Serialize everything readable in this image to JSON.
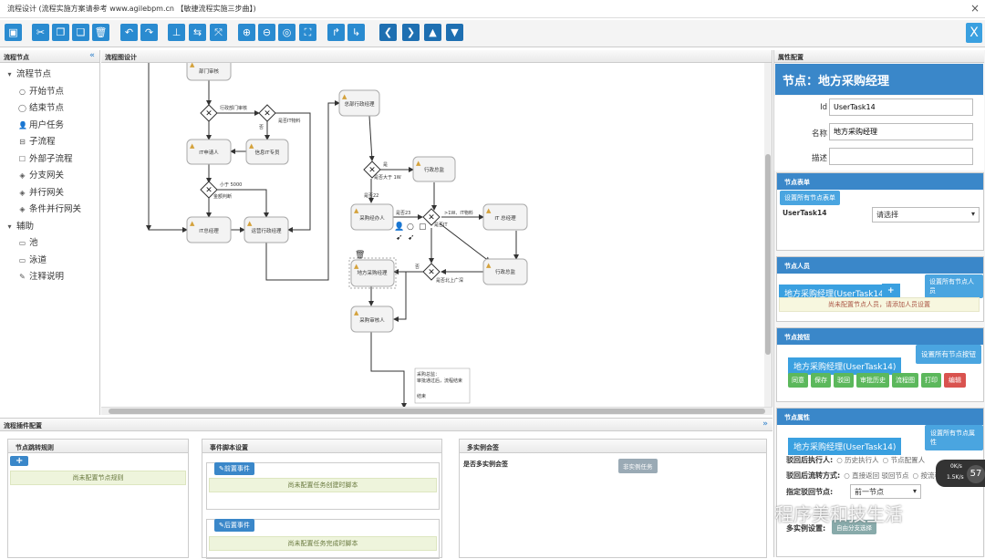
{
  "window": {
    "title": "流程设计 (流程实施方案请参考 www.agilebpm.cn 【敏捷流程实施三步曲】)",
    "close": "×"
  },
  "toolbar": {
    "close_label": "X"
  },
  "left": {
    "header": "流程节点",
    "collapse": "«",
    "group1": "流程节点",
    "items1": [
      "开始节点",
      "结束节点",
      "用户任务",
      "子流程",
      "外部子流程",
      "分支网关",
      "并行网关",
      "条件并行网关"
    ],
    "group2": "辅助",
    "items2": [
      "池",
      "泳道",
      "注释说明"
    ]
  },
  "canvas": {
    "header": "流程图设计",
    "tasks": {
      "t_dept": "部门审核",
      "t_apply": "IT申请人",
      "t_itmgr2": "IT总经理",
      "t_fin": "信息IT专员",
      "t_admin": "运营行政经理",
      "t_gm": "总部行政经理",
      "t_buy": "采购经办人",
      "t_ceo": "行政总监",
      "t_itceo": "IT 总经理",
      "t_region": "地方采购经理",
      "t_exec": "行政总监",
      "t_audit": "采购审核人"
    },
    "labels": {
      "l1": "行政部门审核",
      "l2": "是否IT物料",
      "l3": "否",
      "l4": "小于 5000",
      "l5": "金额判断",
      "l6": "是",
      "l7": "是否大于 1W",
      "l8": "是否22",
      "l9": "是否23",
      "l10": ">1W、IT物料",
      "l11": "是否IT",
      "l12": "是否北上广深",
      "l13": "否",
      "l14": "采购总监：",
      "l15": "审批通过后，流程结束",
      "l16": "结束"
    }
  },
  "right": {
    "header": "属性配置",
    "title": "节点：地方采购经理",
    "id_label": "Id",
    "id_value": "UserTask14",
    "name_label": "名称",
    "name_value": "地方采购经理",
    "desc_label": "描述",
    "form_header": "节点表单",
    "form_btn": "设置所有节点表单",
    "form_row": "UserTask14",
    "form_select": "请选择",
    "user_header": "节点人员",
    "user_btn": "设置所有节点人员",
    "user_tag": "地方采购经理(UserTask14)",
    "user_add": "+",
    "user_warn": "尚未配置节点人员，请添加人员设置",
    "btn_header": "节点按钮",
    "btn_btn": "设置所有节点按钮",
    "btn_tag": "地方采购经理(UserTask14)",
    "buttons": [
      "同意",
      "保存",
      "驳回",
      "审批历史",
      "流程图",
      "打印"
    ],
    "btn_edit": "编辑",
    "prop_header": "节点属性",
    "prop_btn": "设置所有节点属性",
    "prop_tag": "地方采购经理(UserTask14)",
    "r1_label": "驳回后执行人:",
    "r1_o1": "历史执行人",
    "r1_o2": "节点配置人",
    "r2_label": "驳回后流转方式:",
    "r2_o1": "直接返回 驳回节点",
    "r2_o2": "按流程图",
    "r3_label": "指定驳回节点:",
    "r3_value": "前一节点",
    "r4_label": "多实例设置:",
    "r4_btn": "自由分支选择"
  },
  "bottom": {
    "header": "流程插件配置",
    "collapse": "»",
    "p1": {
      "title": "节点跳转规则",
      "add": "+",
      "empty": "尚未配置节点规则"
    },
    "p2": {
      "title": "事件脚本设置",
      "pre": "前置事件",
      "pre_empty": "尚未配置任务创建时脚本",
      "post": "后置事件",
      "post_empty": "尚未配置任务完成时脚本"
    },
    "p3": {
      "title": "多实例会签",
      "row": "是否多实例会签",
      "btn": "非实例任务"
    }
  },
  "widget": {
    "num": "57",
    "up": "0K/s",
    "down": "1.5K/s"
  },
  "watermark": "程序美和技生活"
}
